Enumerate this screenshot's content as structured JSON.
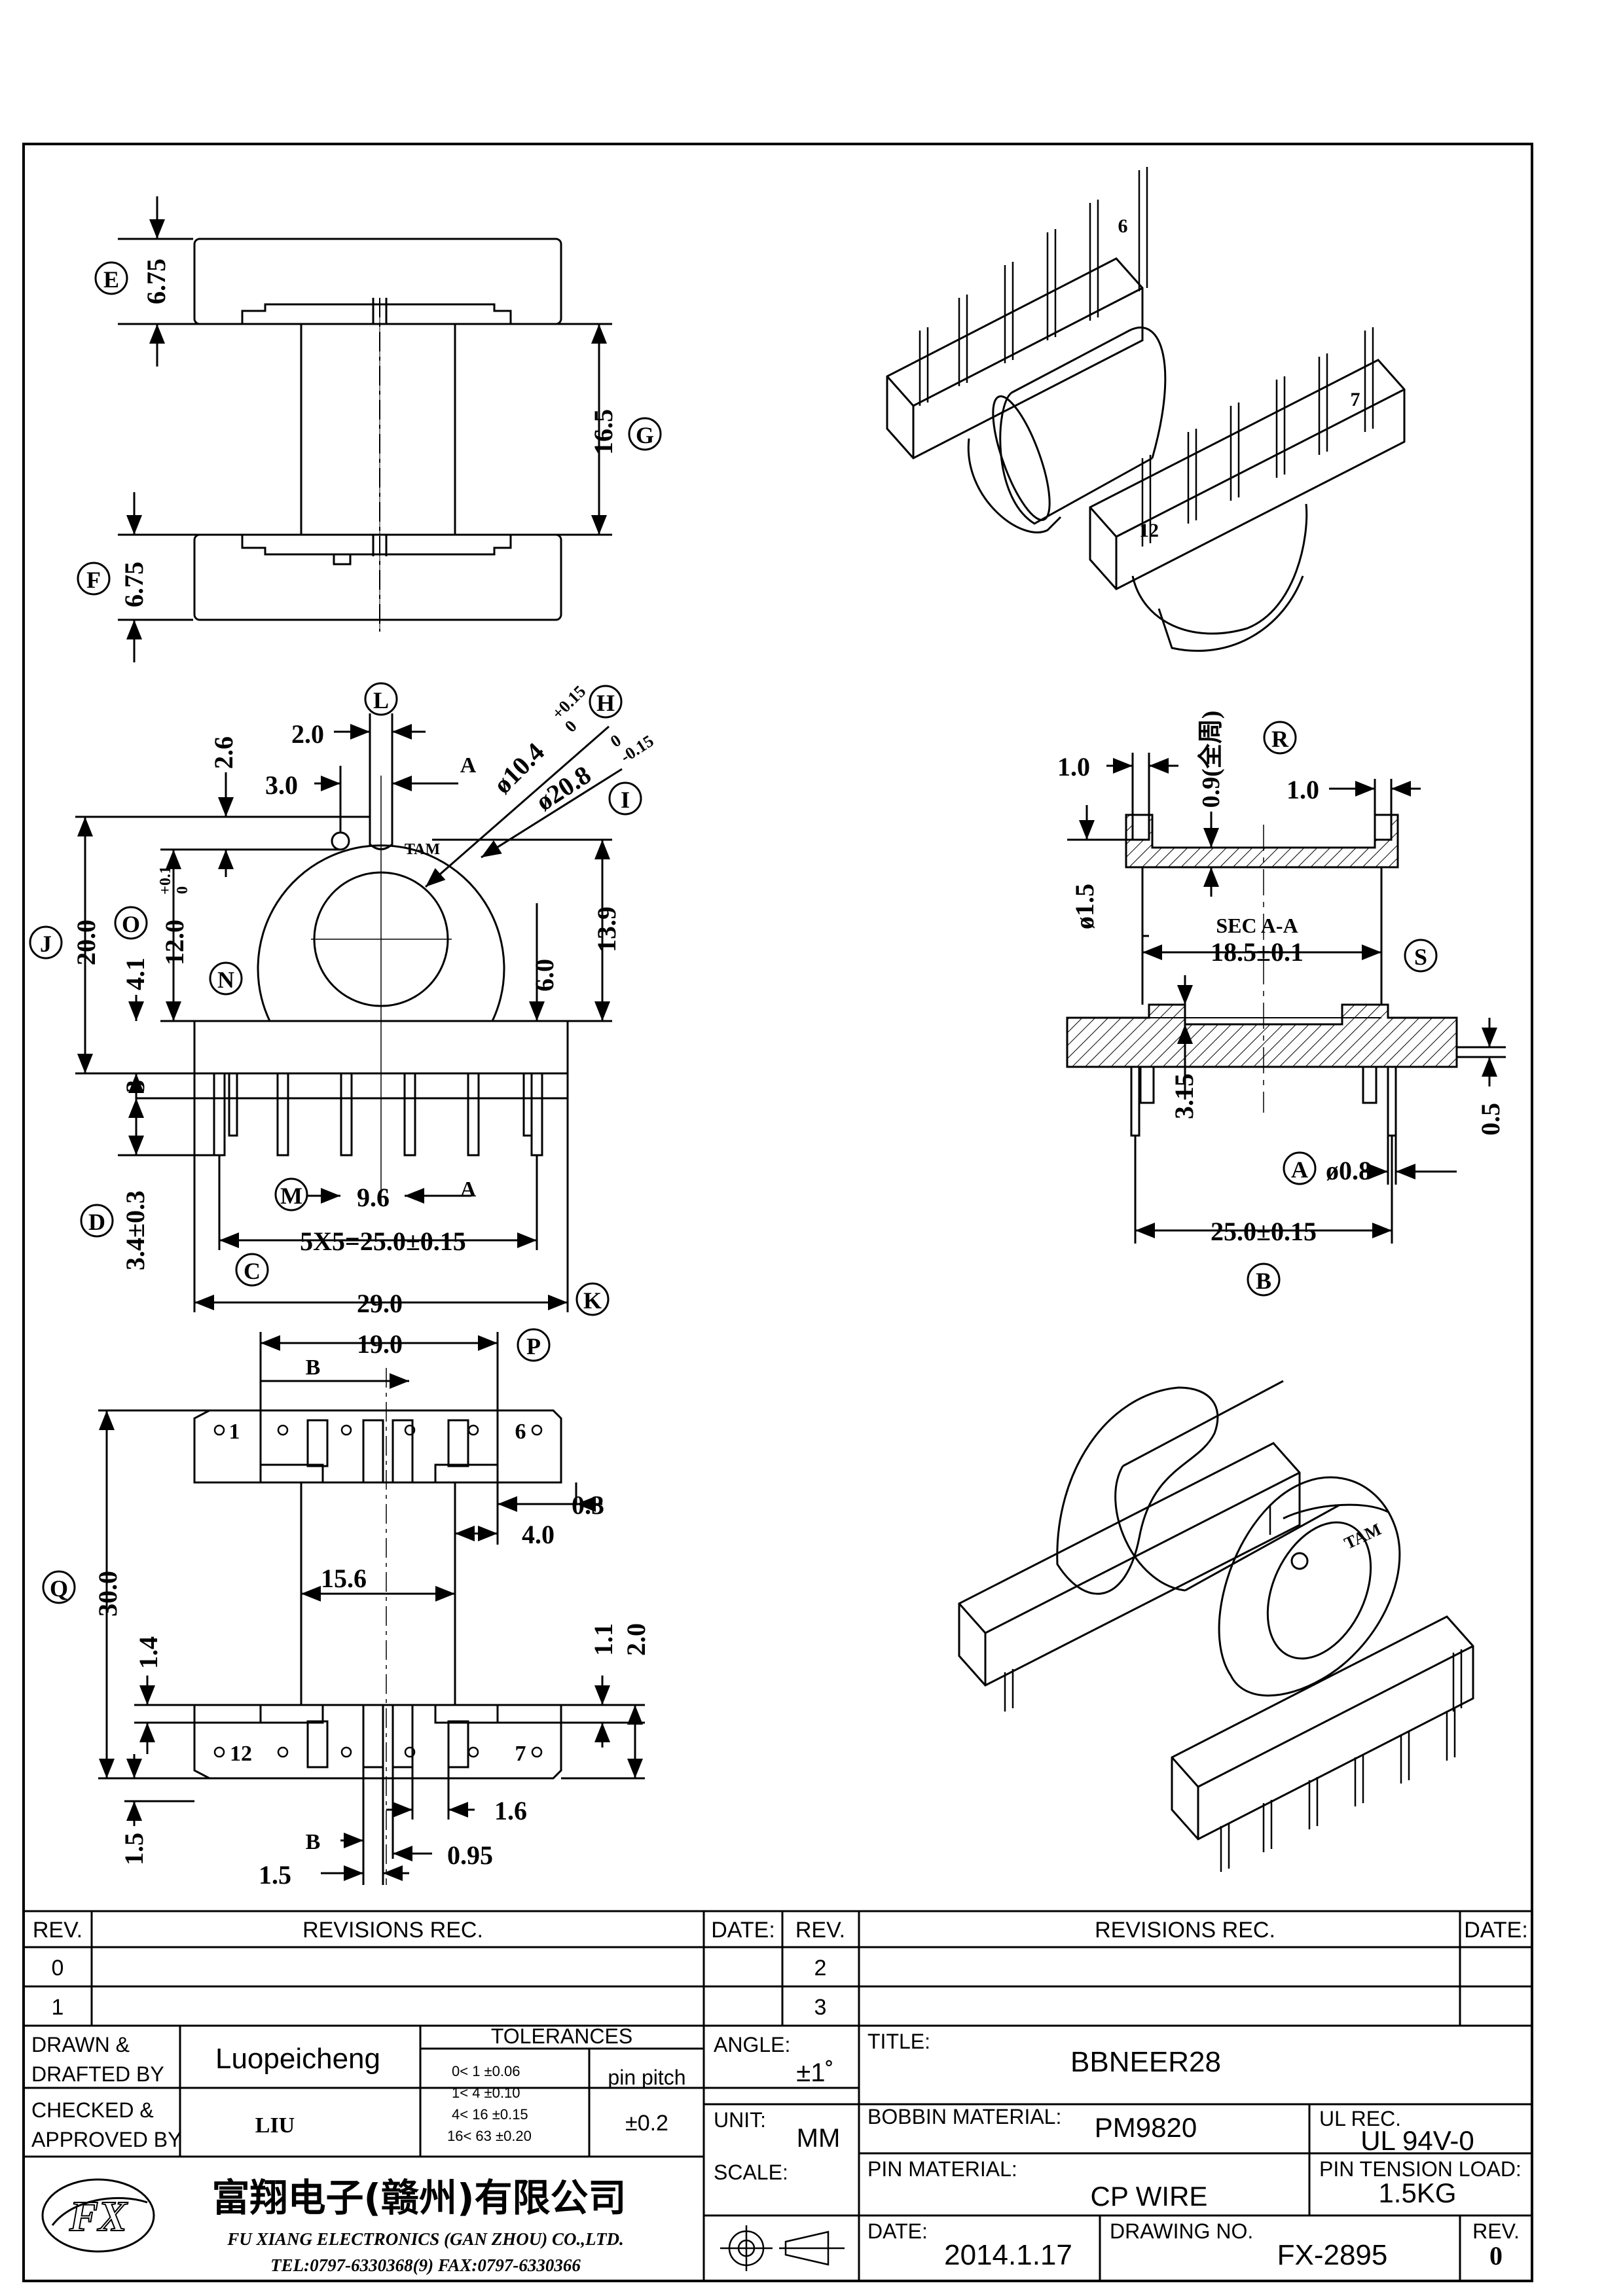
{
  "top_view": {
    "dim_e": "6.75",
    "dim_f": "6.75",
    "dim_g": "16.5",
    "bubble_e": "E",
    "bubble_f": "F",
    "bubble_g": "G"
  },
  "front_view": {
    "dim_l_width": "2.0",
    "dim_3_0": "3.0",
    "dim_2_6": "2.6",
    "dim_a_label": "A",
    "dim_h": "ø10.4",
    "dim_h_tol_upper": "+0.15",
    "dim_h_tol_lower": "0",
    "dim_i": "ø20.8",
    "dim_i_tol_upper": "0",
    "dim_i_tol_lower": "-0.15",
    "dim_j": "20.0",
    "dim_o": "12.0",
    "dim_o_tol_upper": "+0.1",
    "dim_o_tol_lower": "0",
    "dim_n": "4.1",
    "dim_6_0": "6.0",
    "dim_13_9": "13.9",
    "dim_3": "3",
    "dim_d": "3.4±0.3",
    "dim_m": "9.6",
    "dim_m_a": "A",
    "dim_c": "5X5=25.0±0.15",
    "dim_k": "29.0",
    "tam_mark": "TAM",
    "bubble_l": "L",
    "bubble_h": "H",
    "bubble_i": "I",
    "bubble_j": "J",
    "bubble_o": "O",
    "bubble_n": "N",
    "bubble_m": "M",
    "bubble_d": "D",
    "bubble_c": "C",
    "bubble_k": "K"
  },
  "section_view": {
    "dim_1_0_left": "1.0",
    "dim_r": "0.9(全周)",
    "dim_1_0_right": "1.0",
    "dim_pin_dia": "ø1.5",
    "section_label": "SEC  A-A",
    "dim_s": "18.5±0.1",
    "dim_3_15": "3.15",
    "dim_0_5": "0.5",
    "dim_a_pin": "ø0.8",
    "dim_b": "25.0±0.15",
    "bubble_r": "R",
    "bubble_s": "S",
    "bubble_a": "A",
    "bubble_b": "B"
  },
  "bottom_view": {
    "dim_p": "19.0",
    "dim_b_label": "B",
    "dim_0_3": "0.3",
    "dim_4_0": "4.0",
    "dim_q": "30.0",
    "dim_15_6": "15.6",
    "dim_1_4": "1.4",
    "dim_1_1": "1.1",
    "dim_2_0": "2.0",
    "dim_1_5_left": "1.5",
    "dim_1_6": "1.6",
    "dim_b_bottom": "B",
    "dim_0_95": "0.95",
    "dim_1_5_bottom": "1.5",
    "pin_1": "1",
    "pin_6": "6",
    "pin_12": "12",
    "pin_7": "7",
    "bubble_p": "P",
    "bubble_q": "Q"
  },
  "iso_top": {
    "pin_6": "6",
    "pin_7": "7",
    "pin_12": "12"
  },
  "iso_bottom": {
    "tam_mark": "TAM"
  },
  "title_block": {
    "rev_header": "REV.",
    "revisions_header": "REVISIONS   REC.",
    "date_header": "DATE:",
    "rev_header_2": "REV.",
    "revisions_header_2": "REVISIONS   REC.",
    "date_header_2": "DATE:",
    "rev_0": "0",
    "rev_1": "1",
    "rev_2": "2",
    "rev_3": "3",
    "drawn_label_1": "DRAWN &",
    "drawn_label_2": "DRAFTED BY",
    "drawn_by": "Luopeicheng",
    "checked_label_1": "CHECKED &",
    "checked_label_2": "APPROVED BY",
    "checked_by": "LIU",
    "tolerances_label": "TOLERANCES",
    "tol_rows": [
      "0<  1   ±0.06",
      "1<  4   ±0.10",
      "4<  16  ±0.15",
      "16<  63  ±0.20"
    ],
    "pin_pitch_label": "pin pitch",
    "pin_pitch_value": "±0.2",
    "angle_label": "ANGLE:",
    "angle_value": "±1˚",
    "unit_label": "UNIT:",
    "unit_value": "MM",
    "scale_label": "SCALE:",
    "title_label": "TITLE:",
    "title_value": "BBNEER28",
    "bobbin_label": "BOBBIN  MATERIAL:",
    "bobbin_value": "PM9820",
    "ul_label": "UL  REC.",
    "ul_value": "UL  94V-0",
    "pin_material_label": "PIN  MATERIAL:",
    "pin_material_value": "CP  WIRE",
    "pin_tension_label": "PIN  TENSION  LOAD:",
    "pin_tension_value": "1.5KG",
    "date_label": "DATE:",
    "date_value": "2014.1.17",
    "drawing_no_label": "DRAWING  NO.",
    "drawing_no_value": "FX-2895",
    "rev_label": "REV.",
    "rev_value": "0",
    "company_cn": "富翔电子(赣州)有限公司",
    "company_en": "FU XIANG ELECTRONICS (GAN ZHOU) CO.,LTD.",
    "company_tel": "TEL:0797-6330368(9)    FAX:0797-6330366",
    "logo_text": "FX"
  },
  "colors": {
    "ink": "#000000",
    "paper": "#ffffff"
  }
}
